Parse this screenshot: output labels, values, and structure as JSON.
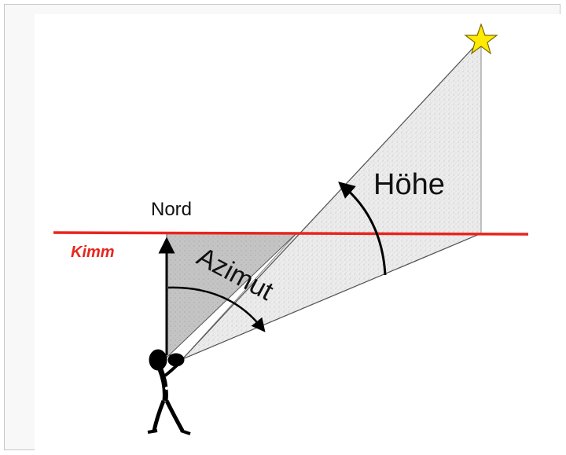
{
  "labels": {
    "north": "Nord",
    "horizon": "Kimm",
    "azimuth": "Azimut",
    "altitude": "Höhe"
  },
  "colors": {
    "horizon": "#e8261e",
    "star_fill": "#ffea00",
    "azimuth_fill": "#c3c3c3",
    "cone_fill": "#e9e9e9",
    "lines": "#000000"
  },
  "icons": {
    "star": "star-icon",
    "observer": "observer-figure-icon"
  }
}
